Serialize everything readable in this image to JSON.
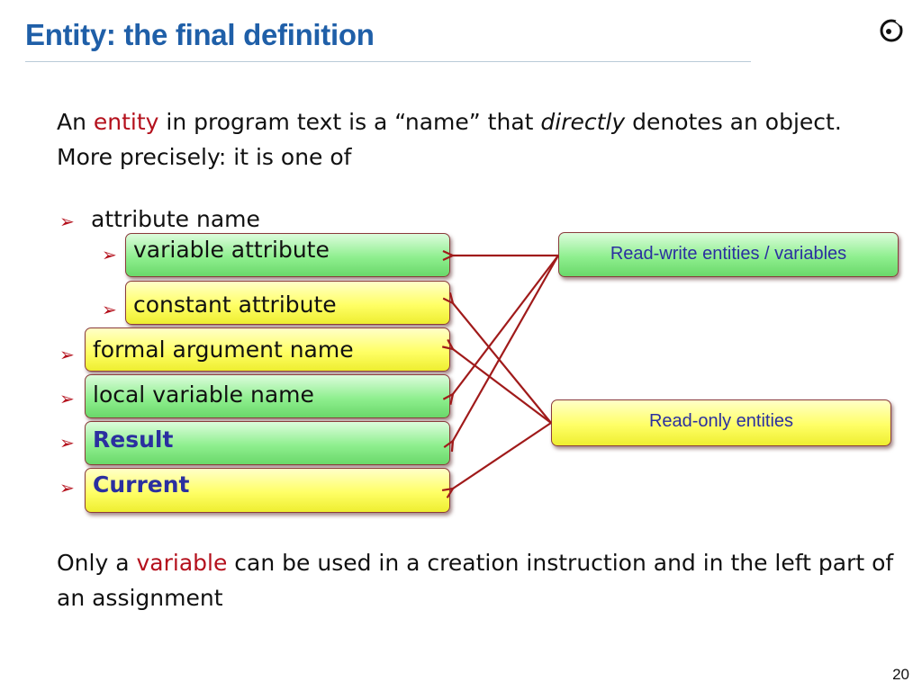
{
  "slide": {
    "title": "Entity: the final definition",
    "page_number": "20"
  },
  "intro": {
    "part1": "An ",
    "entity_word": "entity",
    "part2": " in program text is a “name” that ",
    "directly_word": "directly",
    "part3": " denotes an object. More precisely: it is one of"
  },
  "list": {
    "attribute_name": "attribute name",
    "variable_attribute": "variable attribute",
    "constant_attribute": "constant attribute",
    "formal_argument_name": "formal argument name",
    "local_variable_name": "local variable name",
    "result_keyword": "Result",
    "current_keyword": "Current"
  },
  "labels": {
    "read_write": "Read-write entities / variables",
    "read_only": "Read-only entities"
  },
  "outro": {
    "part1": "Only a ",
    "variable_word": "variable",
    "part2": " can be used in a creation instruction and in the left part of an assignment"
  },
  "colors": {
    "title": "#1f5fa8",
    "emphasis_red": "#b4101c",
    "keyword_blue": "#2b2fa0",
    "box_green": "#8fef8f",
    "box_yellow": "#ffff66",
    "connector": "#a01a1a"
  },
  "icons": {
    "logo": "eiffel-logo-icon",
    "bullet": "arrowhead-bullet-icon"
  }
}
